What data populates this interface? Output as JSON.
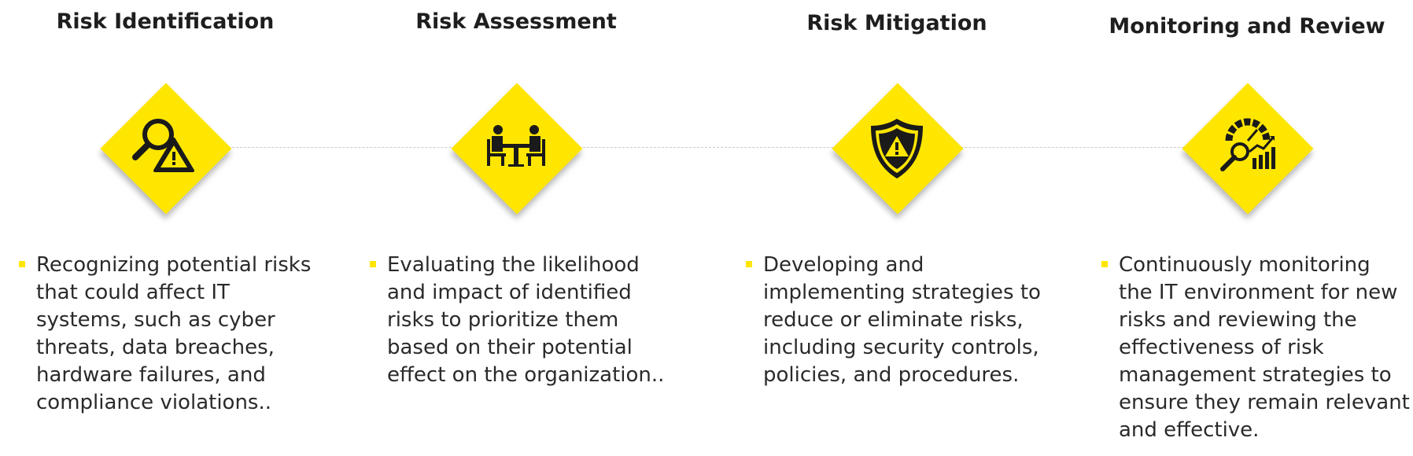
{
  "colors": {
    "accent": "#ffe600",
    "icon": "#1a1a1a",
    "connector": "#c9c9c9"
  },
  "steps": [
    {
      "title": "Risk Identification",
      "icon": "magnifier-warning-icon",
      "description": "Recognizing potential risks that could affect IT systems, such as cyber threats, data breaches, hardware failures, and compliance violations.."
    },
    {
      "title": "Risk Assessment",
      "icon": "meeting-table-icon",
      "description": "Evaluating the likelihood and impact of identified risks to prioritize them based on their potential effect on the organization.."
    },
    {
      "title": "Risk Mitigation",
      "icon": "shield-warning-icon",
      "description": "Developing and implementing strategies to reduce or eliminate risks, including security controls, policies, and procedures."
    },
    {
      "title": "Monitoring and Review",
      "icon": "monitoring-gauge-chart-icon",
      "description": "Continuously monitoring the IT environment for new risks and reviewing the effectiveness of risk management strategies to ensure they remain relevant and effective."
    }
  ]
}
